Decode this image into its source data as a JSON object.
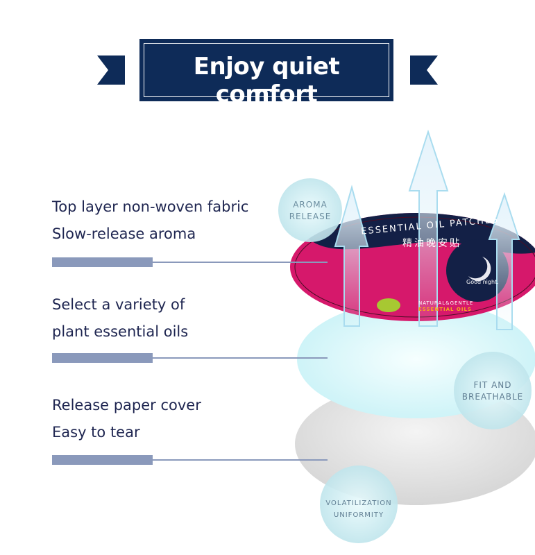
{
  "header": {
    "title": "Enjoy quiet comfort"
  },
  "features": [
    {
      "line1": "Top layer non-woven fabric",
      "line2": "Slow-release aroma"
    },
    {
      "line1": "Select a variety of",
      "line2": "plant essential oils"
    },
    {
      "line1": "Release paper cover",
      "line2": "Easy to tear"
    }
  ],
  "badges": {
    "aroma": [
      "AROMA",
      "RELEASE"
    ],
    "fit": [
      "FIT AND",
      "BREATHABLE"
    ],
    "vol": [
      "VOLATILIZATION",
      "UNIFORMITY"
    ]
  },
  "patch": {
    "brand": "ESSENTIAL OIL PATCHES",
    "chinese": "精油晚安贴",
    "goodnight": "Good night.",
    "tag1": "NATURAL&GENTLE",
    "tag2": "ESSENTIAL OILS"
  },
  "colors": {
    "navy": "#0e2b58",
    "pink": "#d6186b",
    "accent": "#8a99bb"
  }
}
